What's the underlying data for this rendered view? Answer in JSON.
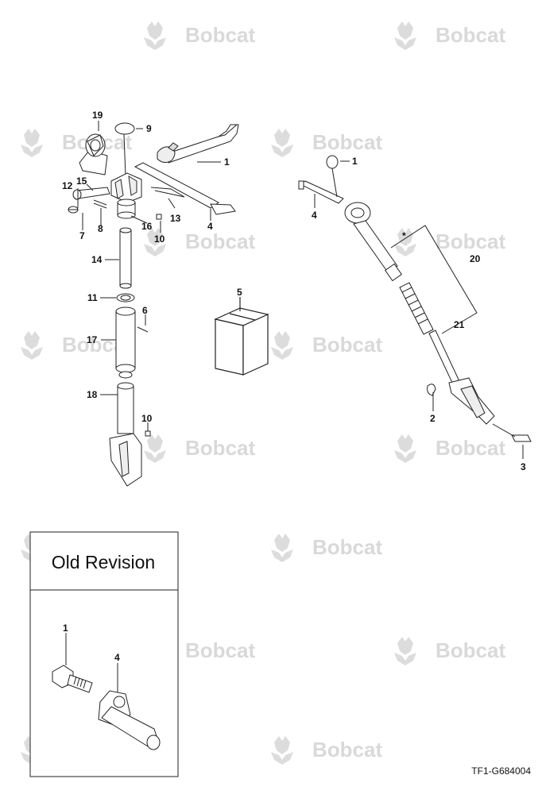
{
  "watermark": {
    "text": "Bobcat",
    "color": "#d9d9d9"
  },
  "callouts": {
    "c19": "19",
    "c9": "9",
    "c1a": "1",
    "c15": "15",
    "c12": "12",
    "c7": "7",
    "c8": "8",
    "c16": "16",
    "c10a": "10",
    "c13": "13",
    "c4a": "4",
    "c14": "14",
    "c11": "11",
    "c6": "6",
    "c17": "17",
    "c18": "18",
    "c10b": "10",
    "c5": "5",
    "c1b": "1",
    "c4b": "4",
    "c20": "20",
    "c21": "21",
    "cstar": "*",
    "c2": "2",
    "c3": "3"
  },
  "inset": {
    "title": "Old Revision",
    "c1": "1",
    "c4": "4"
  },
  "drawing_number": "TF1-G684004"
}
